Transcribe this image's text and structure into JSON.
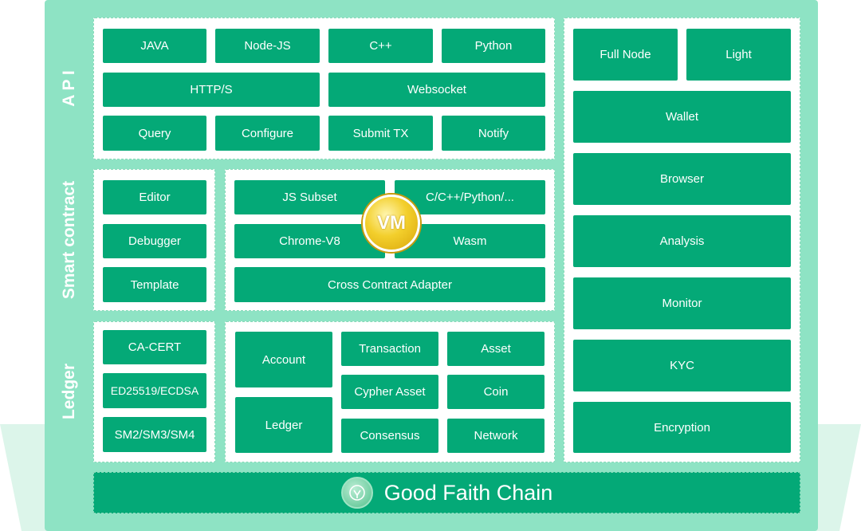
{
  "labels": {
    "api": "A P I",
    "smart_contract": "Smart contract",
    "ledger": "Ledger"
  },
  "api": {
    "languages": [
      "JAVA",
      "Node-JS",
      "C++",
      "Python"
    ],
    "protocols": [
      "HTTP/S",
      "Websocket"
    ],
    "actions": [
      "Query",
      "Configure",
      "Submit TX",
      "Notify"
    ]
  },
  "smart_contract": {
    "tools": [
      "Editor",
      "Debugger",
      "Template"
    ],
    "engine": {
      "js_subset": "JS Subset",
      "c_langs": "C/C++/Python/...",
      "chrome_v8": "Chrome-V8",
      "wasm": "Wasm",
      "adapter": "Cross Contract Adapter",
      "vm_badge": "VM"
    }
  },
  "ledger": {
    "crypto": [
      "CA-CERT",
      "ED25519/ECDSA",
      "SM2/SM3/SM4"
    ],
    "account": "Account",
    "ledger": "Ledger",
    "grid": [
      "Transaction",
      "Asset",
      "Cypher Asset",
      "Coin",
      "Consensus",
      "Network"
    ]
  },
  "right_column": {
    "full_node": "Full Node",
    "light": "Light",
    "items": [
      "Wallet",
      "Browser",
      "Analysis",
      "Monitor",
      "KYC",
      "Encryption"
    ]
  },
  "footer": {
    "title": "Good Faith Chain"
  },
  "colors": {
    "tile": "#04a977",
    "frame": "#8ee3c4",
    "vm_gold": "#f3cf2c"
  }
}
